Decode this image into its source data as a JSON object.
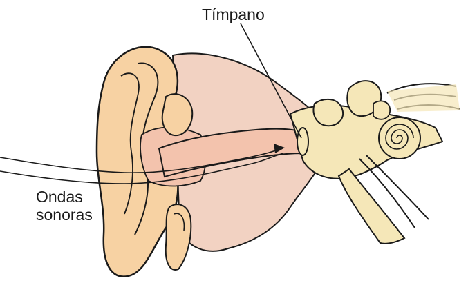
{
  "labels": {
    "eardrum": "Tímpano",
    "sound_waves_line1": "Ondas",
    "sound_waves_line2": "sonoras"
  },
  "colors": {
    "outer_ear": "#f7d2a3",
    "inner_flesh": "#f3c3ad",
    "skin_pink": "#f2d2c2",
    "bone": "#f5e7b8",
    "outline": "#1a1a1a"
  }
}
